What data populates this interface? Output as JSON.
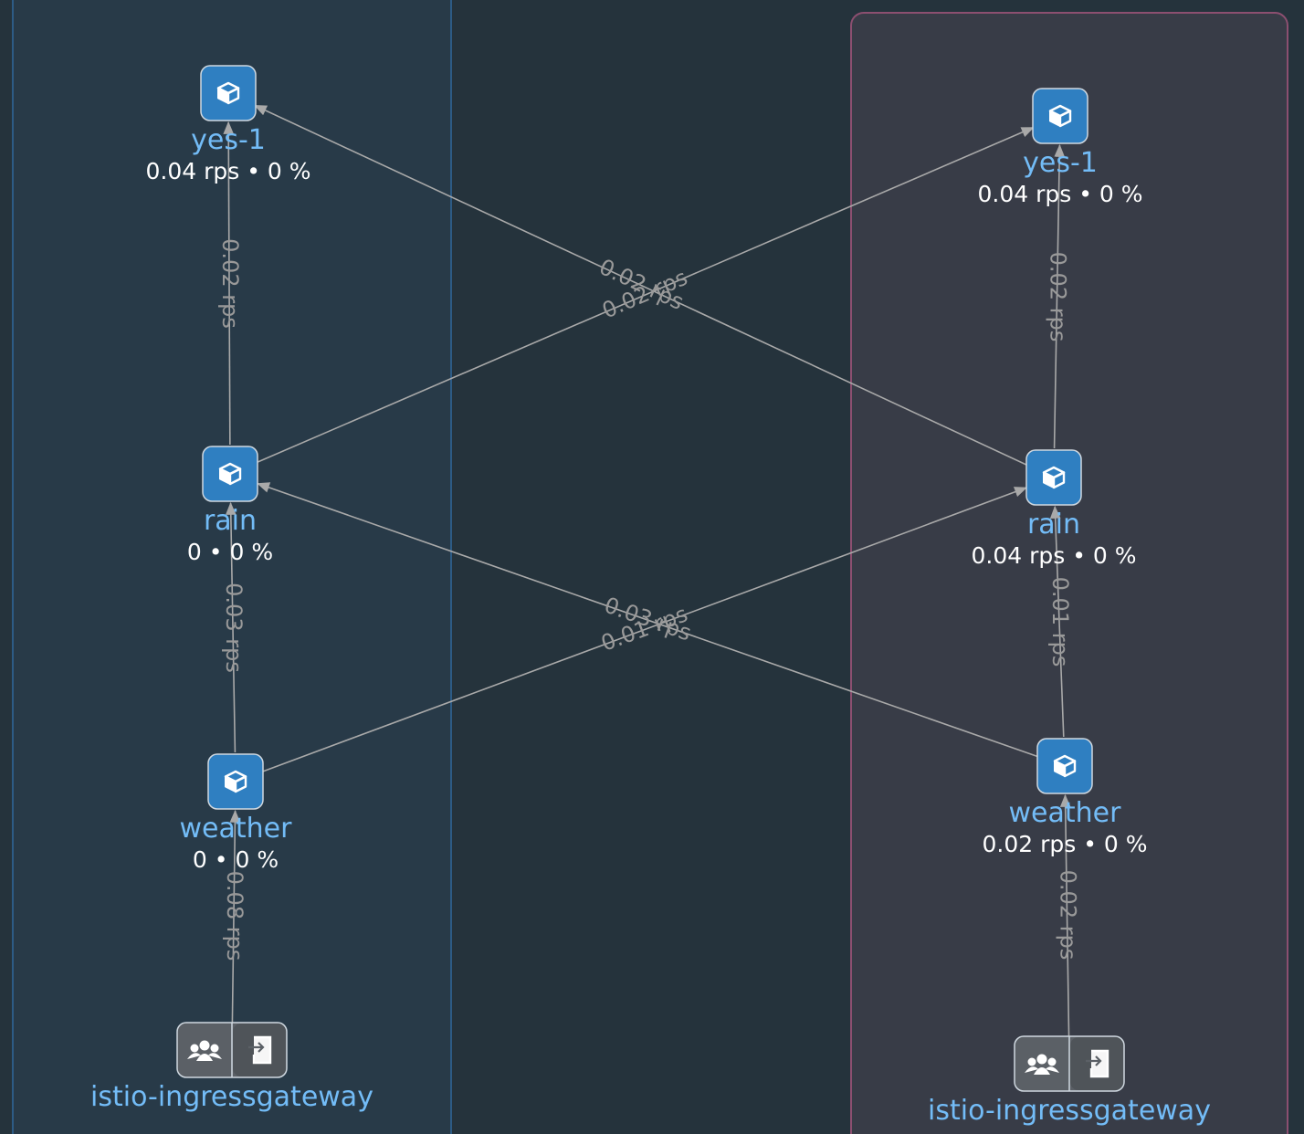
{
  "colors": {
    "background": "#25333c",
    "left_cluster_fill": "#283a48",
    "left_cluster_border": "#2d5b85",
    "right_cluster_fill": "#383c47",
    "right_cluster_border": "#8c4f70",
    "workload_node": "#2f7fc1",
    "gateway_node": "#5b6066",
    "node_label": "#73bcf7",
    "metric_text": "#ffffff",
    "edge": "#a9a9a9",
    "edge_label": "#999999"
  },
  "nodes": {
    "yes1_left": {
      "name": "yes-1",
      "metric": "0.04 rps • 0 %",
      "kind": "workload",
      "icon": "cube-icon"
    },
    "rain_left": {
      "name": "rain",
      "metric": "0 • 0 %",
      "kind": "workload",
      "icon": "cube-icon"
    },
    "weather_left": {
      "name": "weather",
      "metric": "0 • 0 %",
      "kind": "workload",
      "icon": "cube-icon"
    },
    "gw_left": {
      "name": "istio-ingressgateway",
      "metric": "",
      "kind": "gateway",
      "icon": "users-icon"
    },
    "yes1_right": {
      "name": "yes-1",
      "metric": "0.04 rps • 0 %",
      "kind": "workload",
      "icon": "cube-icon"
    },
    "rain_right": {
      "name": "rain",
      "metric": "0.04 rps • 0 %",
      "kind": "workload",
      "icon": "cube-icon"
    },
    "weather_right": {
      "name": "weather",
      "metric": "0.02 rps • 0 %",
      "kind": "workload",
      "icon": "cube-icon"
    },
    "gw_right": {
      "name": "istio-ingressgateway",
      "metric": "",
      "kind": "gateway",
      "icon": "users-icon"
    }
  },
  "edges": [
    {
      "from": "rain_left",
      "to": "yes1_left",
      "label": "0.02 rps"
    },
    {
      "from": "weather_left",
      "to": "rain_left",
      "label": "0.03 rps"
    },
    {
      "from": "gw_left",
      "to": "weather_left",
      "label": "0.08 rps"
    },
    {
      "from": "rain_right",
      "to": "yes1_right",
      "label": "0.02 rps"
    },
    {
      "from": "weather_right",
      "to": "rain_right",
      "label": "0.01 rps"
    },
    {
      "from": "gw_right",
      "to": "weather_right",
      "label": "0.02 rps"
    },
    {
      "from": "rain_left",
      "to": "yes1_right",
      "label": "0.02 rps"
    },
    {
      "from": "rain_right",
      "to": "yes1_left",
      "label": "0.02 rps"
    },
    {
      "from": "weather_left",
      "to": "rain_right",
      "label": "0.01 rps"
    },
    {
      "from": "weather_right",
      "to": "rain_left",
      "label": "0.03 rps"
    }
  ]
}
